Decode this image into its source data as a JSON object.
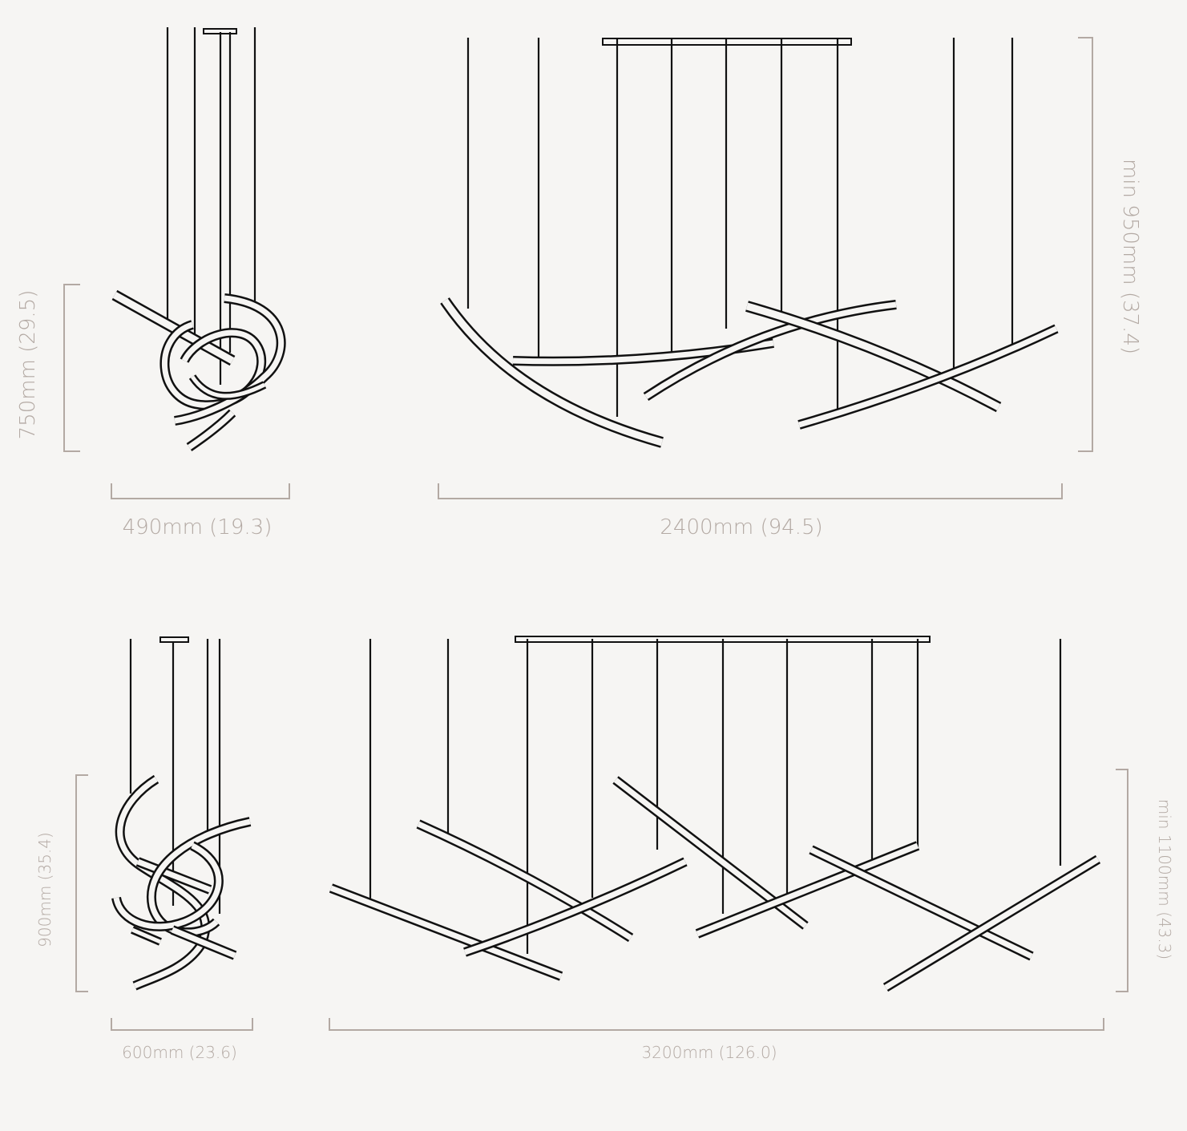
{
  "colors": {
    "background": "#f6f5f3",
    "dimension": "#b3a9a3",
    "line": "#111111"
  },
  "top_row": {
    "compact": {
      "height_label": "750mm (29.5)",
      "width_label": "490mm (19.3)"
    },
    "linear": {
      "width_label": "2400mm (94.5)",
      "height_label": "min 950mm (37.4)"
    }
  },
  "bottom_row": {
    "compact": {
      "height_label": "900mm (35.4)",
      "width_label": "600mm (23.6)"
    },
    "linear": {
      "width_label": "3200mm (126.0)",
      "height_label": "min 1100mm (43.3)"
    }
  }
}
